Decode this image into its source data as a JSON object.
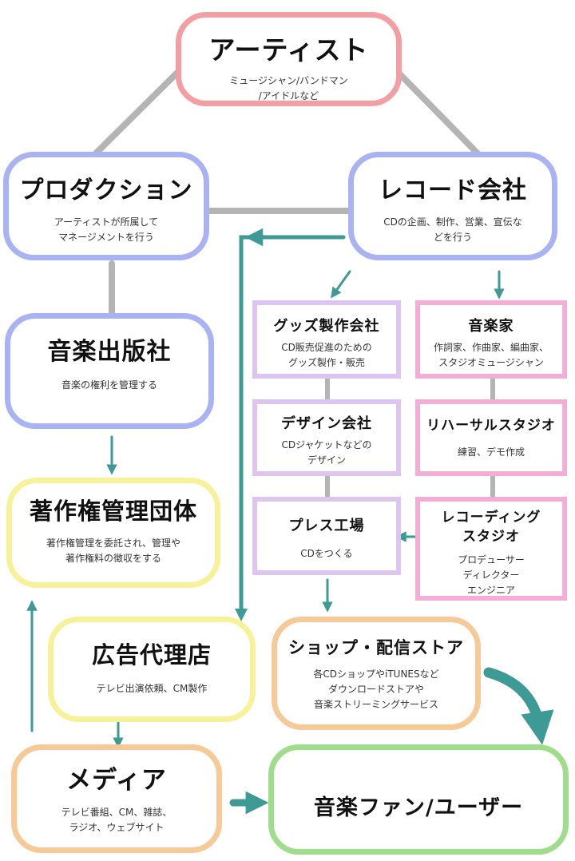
{
  "colors": {
    "pink": "#f29ea2",
    "blue": "#a9b2f2",
    "yellow": "#f7f29a",
    "orange": "#f6c996",
    "green": "#9fdc8c",
    "lavender": "#dcc6f0",
    "rose": "#f3aed6",
    "teal_arrow": "#3e9a94",
    "gray_line": "#b4b4b4"
  },
  "nodes": {
    "artist": {
      "title": "アーティスト",
      "desc": "ミュージシャン/バンドマン\n/アイドルなど"
    },
    "production": {
      "title": "プロダクション",
      "desc": "アーティストが所属して\nマネージメントを行う"
    },
    "record_company": {
      "title": "レコード会社",
      "desc": "CDの企画、制作、営業、宣伝な\nどを行う"
    },
    "publisher": {
      "title": "音楽出版社",
      "desc": "音楽の権利を管理する"
    },
    "copyright_org": {
      "title": "著作権管理団体",
      "desc": "著作権管理を委託され、管理や\n著作権料の徴収をする"
    },
    "goods_company": {
      "title": "グッズ製作会社",
      "desc": "CD販売促進のための\nグッズ製作・販売"
    },
    "musicians": {
      "title": "音楽家",
      "desc": "作詞家、作曲家、編曲家、\nスタジオミュージシャン"
    },
    "design_company": {
      "title": "デザイン会社",
      "desc": "CDジャケットなどの\nデザイン"
    },
    "rehearsal_studio": {
      "title": "リハーサルスタジオ",
      "desc": "練習、デモ作成"
    },
    "press_factory": {
      "title": "プレス工場",
      "desc": "CDをつくる"
    },
    "recording_studio": {
      "title": "レコーディング\nスタジオ",
      "desc": "プロデューサー\nディレクター\nエンジニア"
    },
    "ad_agency": {
      "title": "広告代理店",
      "desc": "テレビ出演依頼、CM製作"
    },
    "shop": {
      "title": "ショップ・配信ストア",
      "desc": "各CDショップやiTUNESなど\nダウンロードストアや\n音楽ストリーミングサービス"
    },
    "media": {
      "title": "メディア",
      "desc": "テレビ番組、CM、雑誌、\nラジオ、ウェブサイト"
    },
    "fans": {
      "title": "音楽ファン/ユーザー"
    }
  }
}
